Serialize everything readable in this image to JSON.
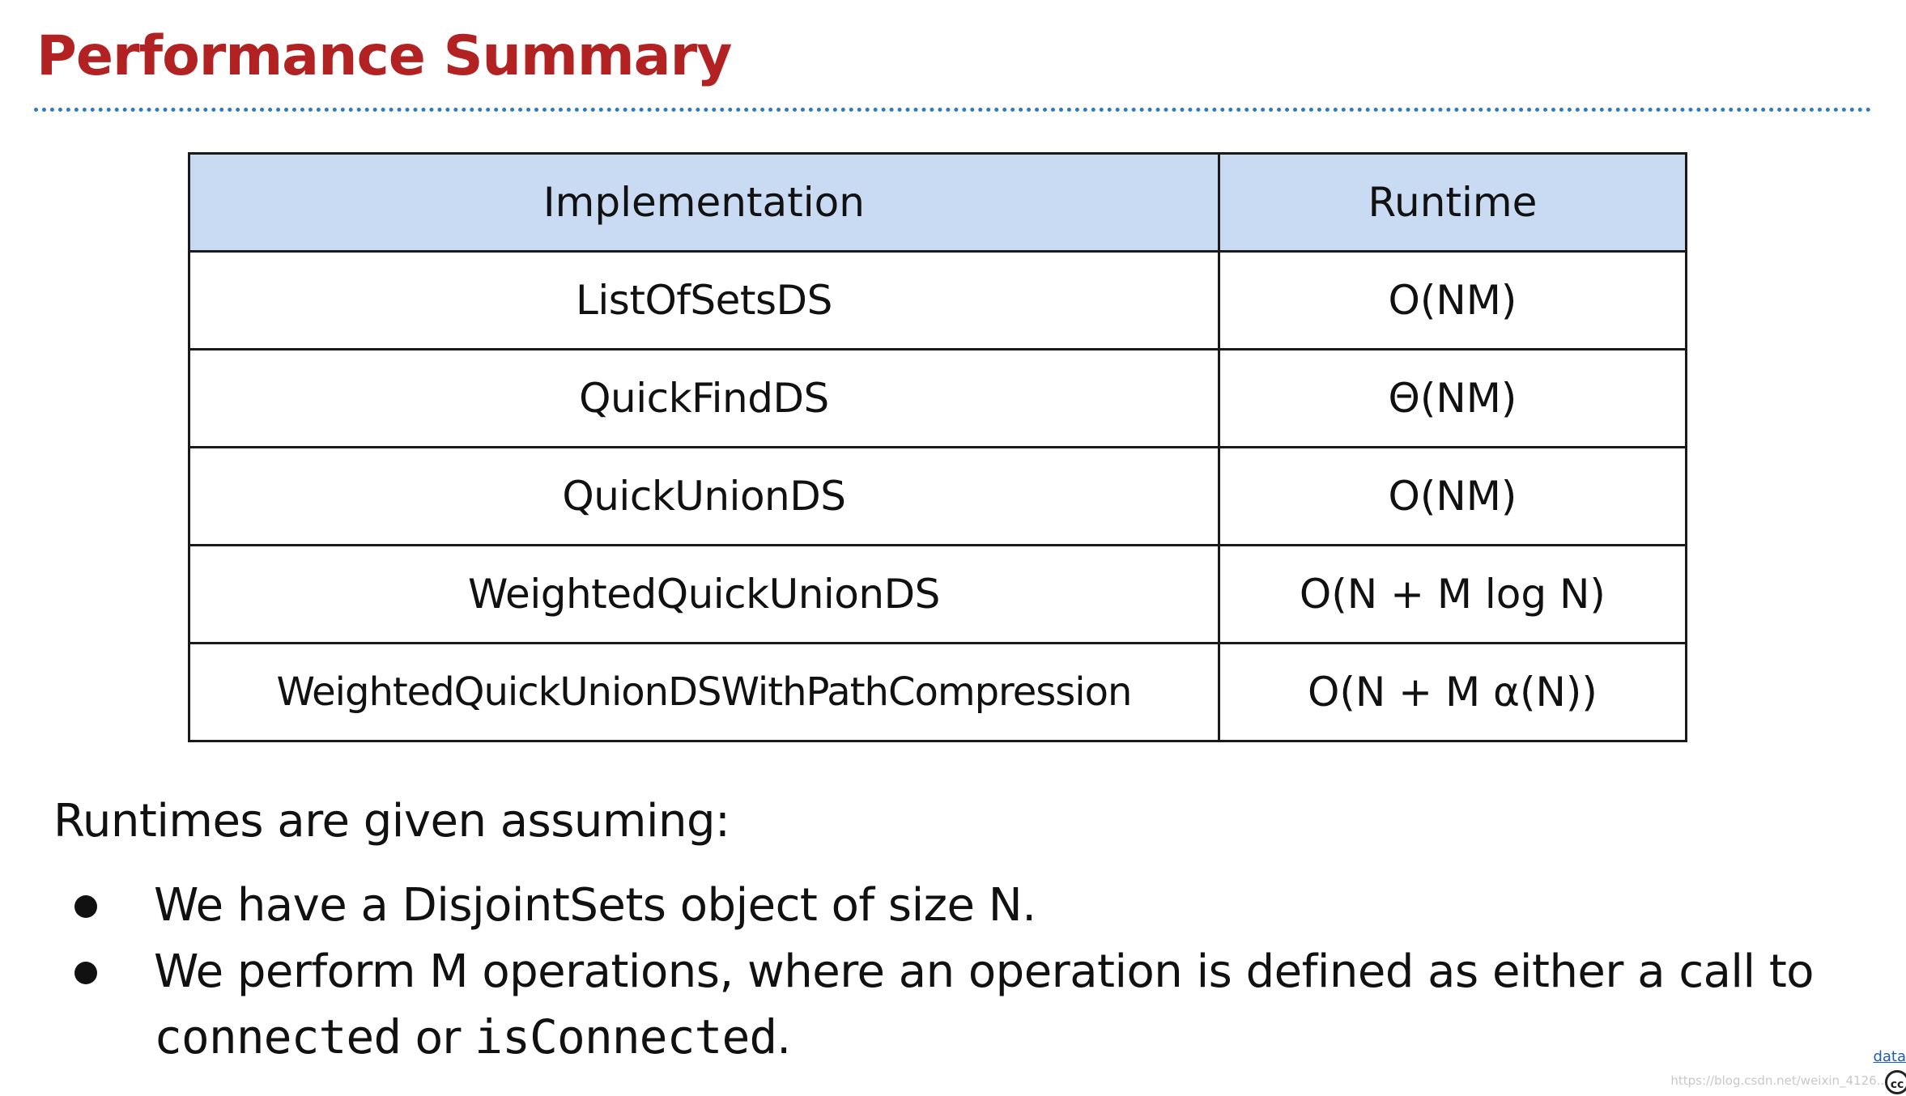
{
  "slide": {
    "title": "Performance Summary"
  },
  "table": {
    "headers": {
      "implementation": "Implementation",
      "runtime": "Runtime"
    },
    "rows": [
      {
        "implementation": "ListOfSetsDS",
        "runtime": "O(NM)"
      },
      {
        "implementation": "QuickFindDS",
        "runtime": "Θ(NM)"
      },
      {
        "implementation": "QuickUnionDS",
        "runtime": "O(NM)"
      },
      {
        "implementation": "WeightedQuickUnionDS",
        "runtime": "O(N + M log N)"
      },
      {
        "implementation": "WeightedQuickUnionDSWithPathCompression",
        "runtime": "O(N + M α(N))"
      }
    ]
  },
  "notes": {
    "intro": "Runtimes are given assuming:",
    "bullet1": "We have a DisjointSets object of size N.",
    "bullet2": {
      "text_before": "We perform M operations, where an operation is defined as either a call to ",
      "code1": "connected",
      "text_middle": " or ",
      "code2": "isConnected",
      "text_after": "."
    }
  },
  "footer": {
    "watermark": "https://blog.csdn.net/weixin_4126...",
    "data_link": "data",
    "cc_badge": "cc"
  },
  "colors": {
    "title": "#b22222",
    "header_bg": "#c9daf3",
    "divider": "#2e7bbf"
  }
}
